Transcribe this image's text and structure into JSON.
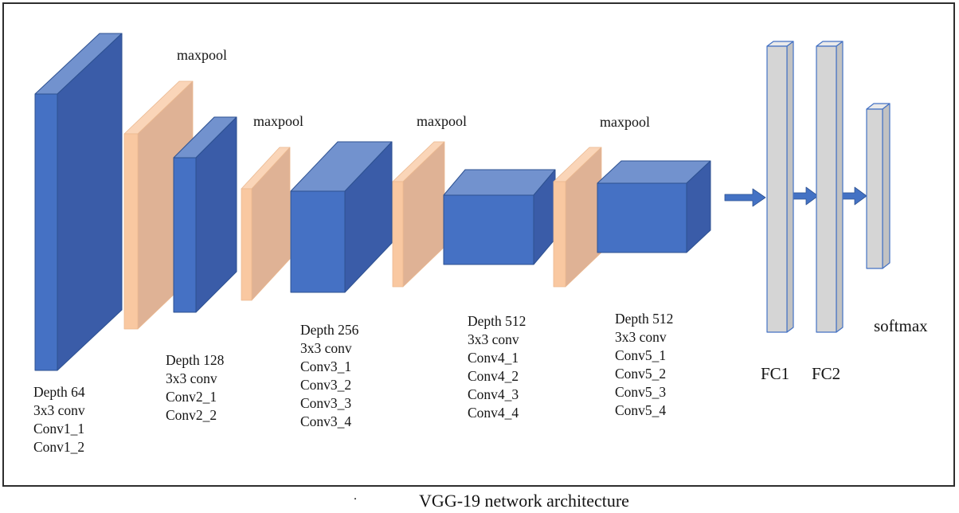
{
  "diagram": {
    "caption": "VGG-19 network architecture",
    "caption_dot": ".",
    "maxpool_labels": [
      "maxpool",
      "maxpool",
      "maxpool",
      "maxpool"
    ],
    "conv_blocks": [
      {
        "lines": [
          "Depth 64",
          "3x3 conv",
          "Conv1_1",
          "Conv1_2"
        ]
      },
      {
        "lines": [
          "Depth 128",
          "3x3 conv",
          "Conv2_1",
          "Conv2_2"
        ]
      },
      {
        "lines": [
          "Depth 256",
          "3x3 conv",
          "Conv3_1",
          "Conv3_2",
          "Conv3_3",
          "Conv3_4"
        ]
      },
      {
        "lines": [
          "Depth 512",
          "3x3 conv",
          "Conv4_1",
          "Conv4_2",
          "Conv4_3",
          "Conv4_4"
        ]
      },
      {
        "lines": [
          "Depth 512",
          "3x3 conv",
          "Conv5_1",
          "Conv5_2",
          "Conv5_3",
          "Conv5_4"
        ]
      }
    ],
    "fc_labels": [
      "FC1",
      "FC2"
    ],
    "softmax_label": "softmax",
    "colors": {
      "conv_front": "#4571C4",
      "conv_top": "#7292CE",
      "conv_side": "#3A5CA8",
      "pool_front": "#F9C8A1",
      "pool_top": "#FAD5B8",
      "pool_side": "#DFB295",
      "fc_front": "#D5D5D5",
      "fc_top": "#EAEAEA",
      "fc_side": "#C2C2C2",
      "fc_outline": "#4472C4",
      "arrow": "#4472C4",
      "border": "#2E2E2E",
      "text": "#141414"
    }
  }
}
